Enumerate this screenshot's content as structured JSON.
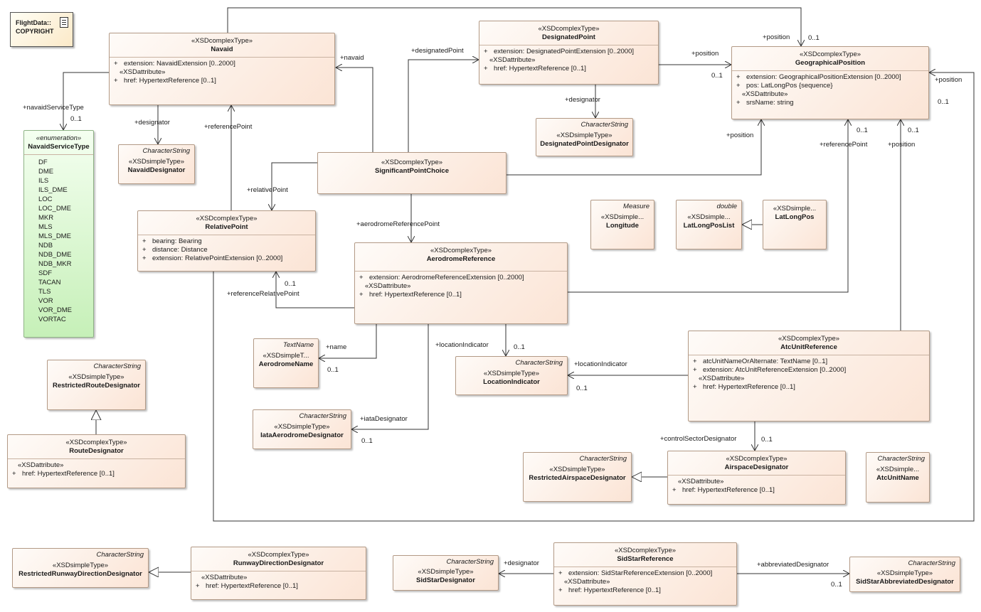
{
  "note": {
    "line1": "FlightData::",
    "line2": "COPYRIGHT",
    "icon": "document-icon"
  },
  "boxes": {
    "navaid": {
      "st": "«XSDcomplexType»",
      "name": "Navaid",
      "a1": "extension: NavaidExtension [0..2000]",
      "grp": "«XSDattribute»",
      "a2": "href: HypertextReference [0..1]"
    },
    "navaidServiceType": {
      "st": "«enumeration»",
      "name": "NavaidServiceType",
      "values": [
        "DF",
        "DME",
        "ILS",
        "ILS_DME",
        "LOC",
        "LOC_DME",
        "MKR",
        "MLS",
        "MLS_DME",
        "NDB",
        "NDB_DME",
        "NDB_MKR",
        "SDF",
        "TACAN",
        "TLS",
        "VOR",
        "VOR_DME",
        "VORTAC"
      ]
    },
    "navaidDesignator": {
      "tag": "CharacterString",
      "st": "«XSDsimpleType»",
      "name": "NavaidDesignator"
    },
    "designatedPoint": {
      "st": "«XSDcomplexType»",
      "name": "DesignatedPoint",
      "a1": "extension: DesignatedPointExtension [0..2000]",
      "grp": "«XSDattribute»",
      "a2": "href: HypertextReference [0..1]"
    },
    "designatedPointDesignator": {
      "tag": "CharacterString",
      "st": "«XSDsimpleType»",
      "name": "DesignatedPointDesignator"
    },
    "geographicalPosition": {
      "st": "«XSDcomplexType»",
      "name": "GeographicalPosition",
      "a1": "extension: GeographicalPositionExtension [0..2000]",
      "a2": "pos: LatLongPos {sequence}",
      "grp": "«XSDattribute»",
      "a3": "srsName: string"
    },
    "significantPointChoice": {
      "st": "«XSDcomplexType»",
      "name": "SignificantPointChoice"
    },
    "relativePoint": {
      "st": "«XSDcomplexType»",
      "name": "RelativePoint",
      "a1": "bearing: Bearing",
      "a2": "distance: Distance",
      "a3": "extension: RelativePointExtension [0..2000]"
    },
    "aerodromeReference": {
      "st": "«XSDcomplexType»",
      "name": "AerodromeReference",
      "a1": "extension: AerodromeReferenceExtension [0..2000]",
      "grp": "«XSDattribute»",
      "a2": "href: HypertextReference [0..1]"
    },
    "longitude": {
      "tag": "Measure",
      "st": "«XSDsimple...",
      "name": "Longitude"
    },
    "latLongPosList": {
      "tag": "double",
      "st": "«XSDsimple...",
      "name": "LatLongPosList"
    },
    "latLongPos": {
      "st": "«XSDsimple...",
      "name": "LatLongPos"
    },
    "aerodromeName": {
      "tag": "TextName",
      "st": "«XSDsimpleT...",
      "name": "AerodromeName"
    },
    "locationIndicator": {
      "tag": "CharacterString",
      "st": "«XSDsimpleType»",
      "name": "LocationIndicator"
    },
    "atcUnitReference": {
      "st": "«XSDcomplexType»",
      "name": "AtcUnitReference",
      "a1": "atcUnitNameOrAlternate: TextName [0..1]",
      "a2": "extension: AtcUnitReferenceExtension [0..2000]",
      "grp": "«XSDattribute»",
      "a3": "href: HypertextReference [0..1]"
    },
    "restrictedRouteDesignator": {
      "tag": "CharacterString",
      "st": "«XSDsimpleType»",
      "name": "RestrictedRouteDesignator"
    },
    "routeDesignator": {
      "st": "«XSDcomplexType»",
      "name": "RouteDesignator",
      "grp": "«XSDattribute»",
      "a1": "href: HypertextReference [0..1]"
    },
    "iataAerodromeDesignator": {
      "tag": "CharacterString",
      "st": "«XSDsimpleType»",
      "name": "IataAerodromeDesignator"
    },
    "restrictedAirspaceDesignator": {
      "tag": "CharacterString",
      "st": "«XSDsimpleType»",
      "name": "RestrictedAirspaceDesignator"
    },
    "airspaceDesignator": {
      "st": "«XSDcomplexType»",
      "name": "AirspaceDesignator",
      "grp": "«XSDattribute»",
      "a1": "href: HypertextReference [0..1]"
    },
    "atcUnitName": {
      "tag": "CharacterString",
      "st": "«XSDsimple...",
      "name": "AtcUnitName"
    },
    "restrictedRunwayDirectionDesignator": {
      "tag": "CharacterString",
      "st": "«XSDsimpleType»",
      "name": "RestrictedRunwayDirectionDesignator"
    },
    "runwayDirectionDesignator": {
      "st": "«XSDcomplexType»",
      "name": "RunwayDirectionDesignator",
      "grp": "«XSDattribute»",
      "a1": "href: HypertextReference [0..1]"
    },
    "sidStarDesignator": {
      "tag": "CharacterString",
      "st": "«XSDsimpleType»",
      "name": "SidStarDesignator"
    },
    "sidStarReference": {
      "st": "«XSDcomplexType»",
      "name": "SidStarReference",
      "a1": "extension: SidStarReferenceExtension [0..2000]",
      "grp": "«XSDattribute»",
      "a2": "href: HypertextReference [0..1]"
    },
    "sidStarAbbreviatedDesignator": {
      "tag": "CharacterString",
      "st": "«XSDsimpleType»",
      "name": "SidStarAbbreviatedDesignator"
    }
  },
  "labels": {
    "plus": "+",
    "navaidServiceType": "+navaidServiceType",
    "m01": "0..1",
    "designator": "+designator",
    "referencePoint": "+referencePoint",
    "navaid": "+navaid",
    "designatedPoint": "+designatedPoint",
    "position": "+position",
    "relativePoint": "+relativePoint",
    "aerodromeReferencePoint": "+aerodromeReferencePoint",
    "referenceRelativePoint": "+referenceRelativePoint",
    "name": "+name",
    "locationIndicator": "+locationIndicator",
    "iataDesignator": "+iataDesignator",
    "controlSectorDesignator": "+controlSectorDesignator",
    "abbreviatedDesignator": "+abbreviatedDesignator"
  }
}
